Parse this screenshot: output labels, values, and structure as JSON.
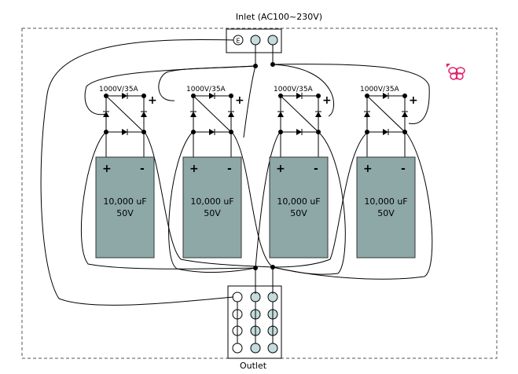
{
  "inlet": {
    "label": "Inlet (AC100~230V)",
    "earth_symbol": "E"
  },
  "outlet": {
    "label": "Outlet"
  },
  "bridges": [
    {
      "rating": "1000V/35A",
      "plus": "+"
    },
    {
      "rating": "1000V/35A",
      "plus": "+"
    },
    {
      "rating": "1000V/35A",
      "plus": "+"
    },
    {
      "rating": "1000V/35A",
      "plus": "+"
    }
  ],
  "capacitors": [
    {
      "plus": "+",
      "minus": "-",
      "capacitance": "10,000 uF",
      "voltage": "50V"
    },
    {
      "plus": "+",
      "minus": "-",
      "capacitance": "10,000 uF",
      "voltage": "50V"
    },
    {
      "plus": "+",
      "minus": "-",
      "capacitance": "10,000 uF",
      "voltage": "50V"
    },
    {
      "plus": "+",
      "minus": "-",
      "capacitance": "10,000 uF",
      "voltage": "50V"
    }
  ],
  "colors": {
    "capacitor_fill": "#8ea8a8",
    "terminal_fill": "#c4dcdc",
    "frame": "#555555",
    "butterfly": "#e0206a"
  },
  "icons": [
    "butterfly-icon",
    "diode-icon",
    "earth-terminal-icon"
  ]
}
